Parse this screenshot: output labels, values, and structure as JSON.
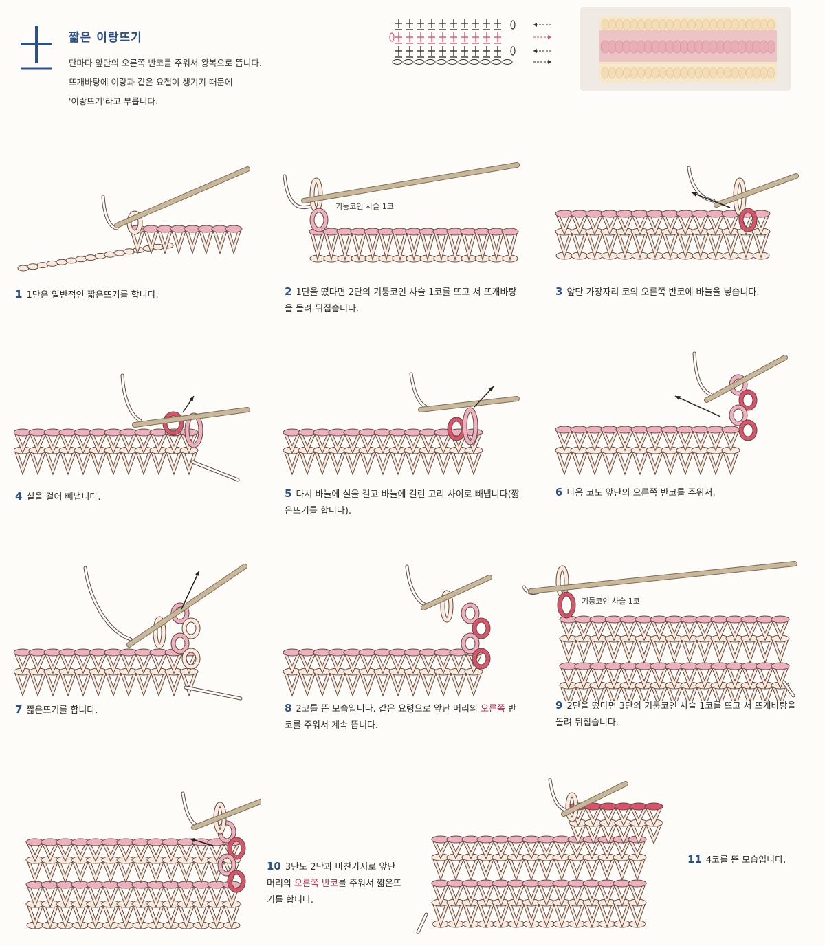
{
  "header": {
    "title": "짧은 이랑뜨기",
    "intro": [
      "단마다 앞단의 오른쪽 반코를 주워서 왕복으로 뜹니다.",
      "뜨개바탕에 이랑과 같은 요철이 생기기 때문에",
      "'이랑뜨기'라고 부릅니다."
    ]
  },
  "steps": [
    {
      "num": "1",
      "text": "1단은 일반적인 짧은뜨기를 합니다."
    },
    {
      "num": "2",
      "text": "1단을 떴다면 2단의 기둥코인 사슬 1코를 뜨고 서 뜨개바탕을 돌려 뒤집습니다.",
      "note": "기둥코인 사슬 1코"
    },
    {
      "num": "3",
      "text": "앞단 가장자리 코의 오른쪽 반코에 바늘을 넣습니다."
    },
    {
      "num": "4",
      "text": "실을 걸어 빼냅니다."
    },
    {
      "num": "5",
      "text": "다시 바늘에 실을 걸고 바늘에 걸린 고리 사이로 빼냅니다(짧은뜨기를 합니다)."
    },
    {
      "num": "6",
      "text": "다음 코도 앞단의 오른쪽 반코를 주워서,"
    },
    {
      "num": "7",
      "text": "짧은뜨기를 합니다."
    },
    {
      "num": "8",
      "text_a": "2코를 뜬 모습입니다. 같은 요령으로 앞단 머리의 ",
      "highlight": "오른쪽",
      "text_b": " 반코를 주워서 계속 뜹니다."
    },
    {
      "num": "9",
      "text": "2단을 떴다면 3단의 기둥코인 사슬 1코를 뜨고 서 뜨개바탕을 돌려 뒤집습니다.",
      "note": "기둥코인 사슬 1코"
    },
    {
      "num": "10",
      "text_a": "3단도 2단과 마찬가지로 앞단 머리의 ",
      "highlight": "오른쪽 반코",
      "text_b": "를 주워서 짧은뜨기를 합니다."
    },
    {
      "num": "11",
      "text": "4코를 뜬 모습입니다."
    }
  ],
  "colors": {
    "accent": "#2b4f8c",
    "highlight": "#b0284a",
    "yarn_cream": "#fbe9dc",
    "yarn_pink": "#efb0bd",
    "yarn_red": "#d9536b",
    "hook": "#c9b79a"
  },
  "icons": [
    "crochet-hook-icon",
    "arrow-icon",
    "stitch-symbol-icon"
  ]
}
